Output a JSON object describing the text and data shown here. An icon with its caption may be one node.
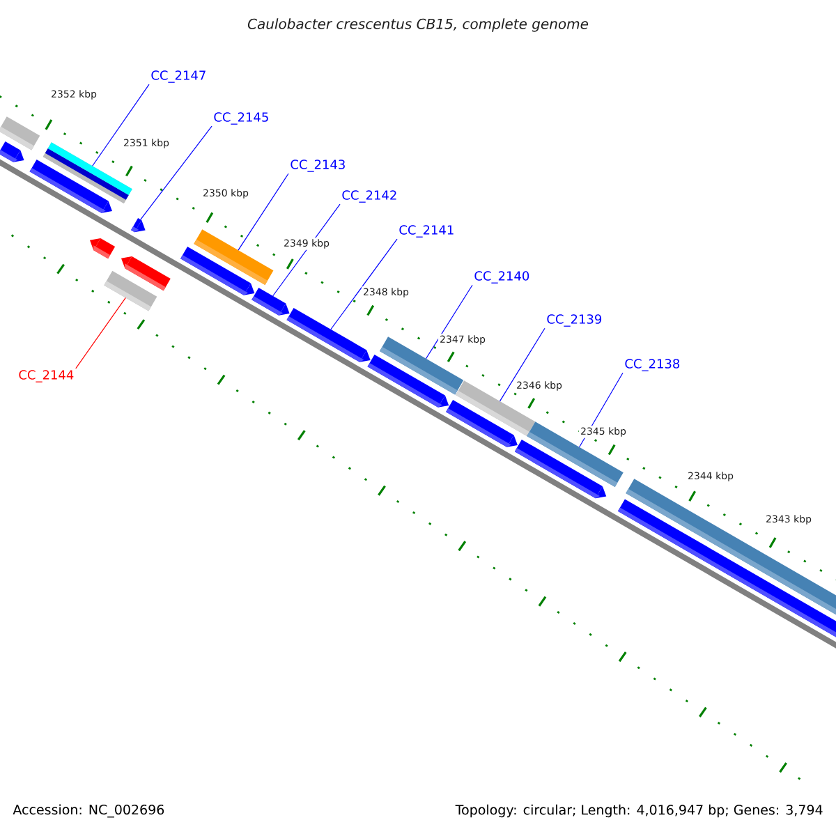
{
  "diagram": {
    "title": "Caulobacter crescentus CB15, complete genome",
    "nodes": [
      {
        "text": [
          "CC_2147"
        ]
      },
      {
        "text": [
          "CC_2145"
        ]
      },
      {
        "text": [
          "CC_2143"
        ]
      },
      {
        "text": [
          "CC_2142"
        ]
      },
      {
        "text": [
          "CC_2141"
        ]
      },
      {
        "text": [
          "CC_2140"
        ]
      },
      {
        "text": [
          "CC_2139"
        ]
      },
      {
        "text": [
          "CC_2138"
        ]
      },
      {
        "text": [
          "CC_2144"
        ]
      },
      {
        "text": [],
        "shape": "bar"
      },
      {
        "text": [],
        "shape": "bar"
      },
      {
        "text": [],
        "shape": "bar"
      },
      {
        "text": [],
        "shape": "bar"
      },
      {
        "text": [],
        "shape": "bar"
      },
      {
        "text": [],
        "shape": "bar"
      },
      {
        "text": [],
        "shape": "bar"
      },
      {
        "text": [],
        "shape": "bar"
      },
      {
        "text": [],
        "shape": "bar"
      },
      {
        "text": [],
        "shape": "bar"
      },
      {
        "text": [],
        "shape": "bar"
      },
      {
        "text": [],
        "shape": "bar"
      },
      {
        "text": [],
        "shape": "bar"
      },
      {
        "text": [],
        "shape": "bar"
      },
      {
        "text": [],
        "shape": "bar"
      },
      {
        "text": [],
        "shape": "bar"
      },
      {
        "text": [],
        "shape": "bar"
      },
      {
        "text": [],
        "shape": "bar"
      },
      {
        "text": [],
        "shape": "bar"
      },
      {
        "text": [],
        "shape": "bar"
      }
    ],
    "edges": [
      {
        "from": 0,
        "to": 12,
        "arrow": "none"
      },
      {
        "from": 1,
        "to": 16,
        "arrow": "none"
      },
      {
        "from": 2,
        "to": 18,
        "arrow": "none"
      },
      {
        "from": 3,
        "to": 19,
        "arrow": "none"
      },
      {
        "from": 4,
        "to": 20,
        "arrow": "none"
      },
      {
        "from": 5,
        "to": 22,
        "arrow": "none"
      },
      {
        "from": 6,
        "to": 24,
        "arrow": "none"
      },
      {
        "from": 7,
        "to": 26,
        "arrow": "none"
      },
      {
        "from": 8,
        "to": 14,
        "arrow": "none",
        "color": "#ff0000"
      }
    ],
    "labels": [
      "2352 kbp",
      "2351 kbp",
      "2350 kbp",
      "2349 kbp",
      "2348 kbp",
      "2347 kbp",
      "2346 kbp",
      "2345 kbp",
      "2344 kbp",
      "2343 kbp",
      "Accession: NC_002696",
      "Topology: circular; Length: 4,016,947 bp; Genes: 3,794"
    ]
  }
}
